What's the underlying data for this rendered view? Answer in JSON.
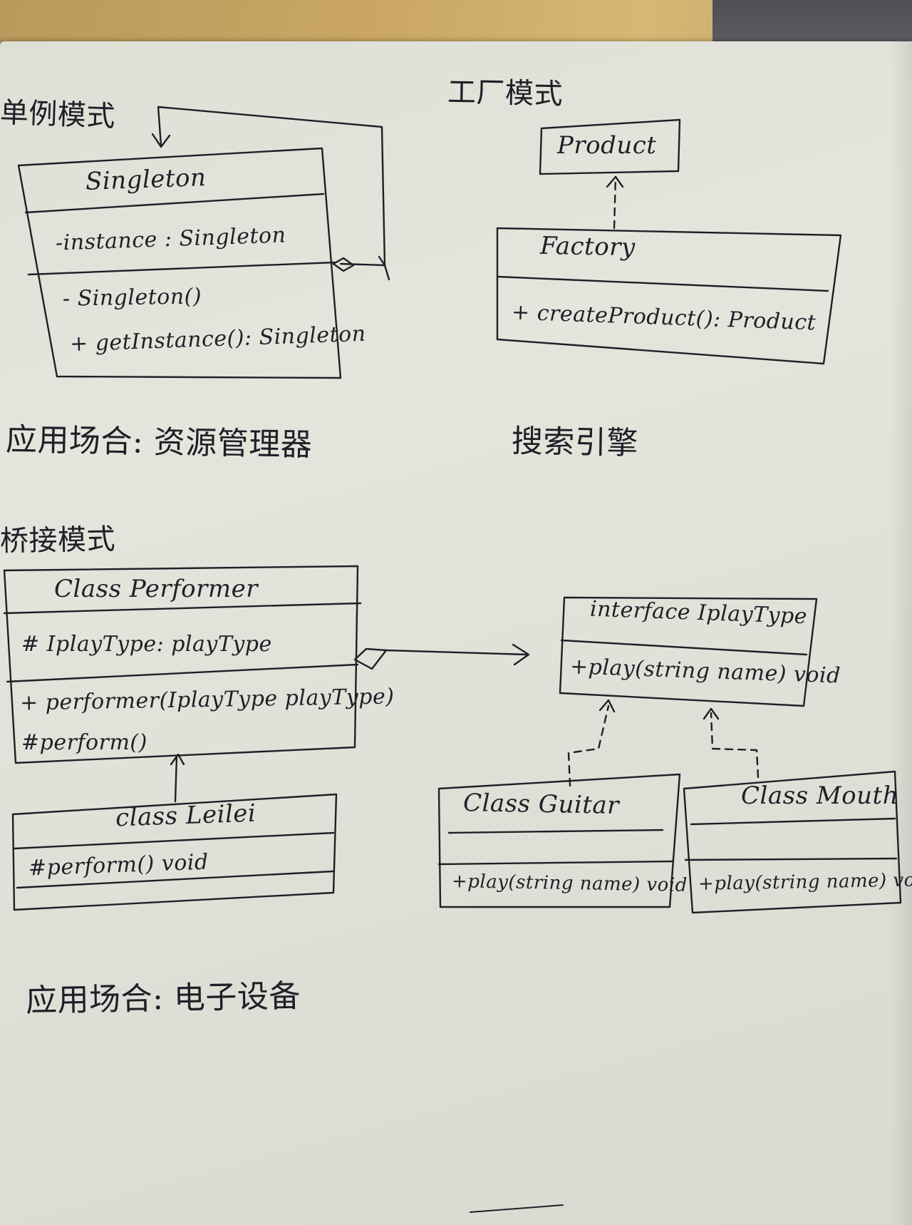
{
  "sections": {
    "singleton_heading": "单例模式",
    "factory_heading": "工厂模式",
    "bridge_heading": "桥接模式"
  },
  "singleton": {
    "class_name": "Singleton",
    "attribute": "-instance : Singleton",
    "methods": [
      "- Singleton()",
      "+ getInstance(): Singleton"
    ],
    "usage": "应用场合: 资源管理器"
  },
  "factory": {
    "product": "Product",
    "class_name": "Factory",
    "method": "+ createProduct(): Product",
    "usage": "搜索引擎"
  },
  "bridge": {
    "performer": {
      "class_name": "Class Performer",
      "attribute": "# IplayType: playType",
      "methods": [
        "+ performer(IplayType playType)",
        "#perform()"
      ]
    },
    "leilei": {
      "class_name": "class Leilei",
      "method": "#perform() void"
    },
    "interface": {
      "name": "interface IplayType",
      "method": "+play(string name) void"
    },
    "guitar": {
      "class_name": "Class Guitar",
      "method": "+play(string name) void"
    },
    "mouth": {
      "class_name": "Class Mouth",
      "method": "+play(string name) void"
    },
    "usage": "应用场合: 电子设备"
  },
  "colors": {
    "ink": "#1e2028",
    "paper": "#e0e1d8",
    "wood": "#c9a663"
  }
}
